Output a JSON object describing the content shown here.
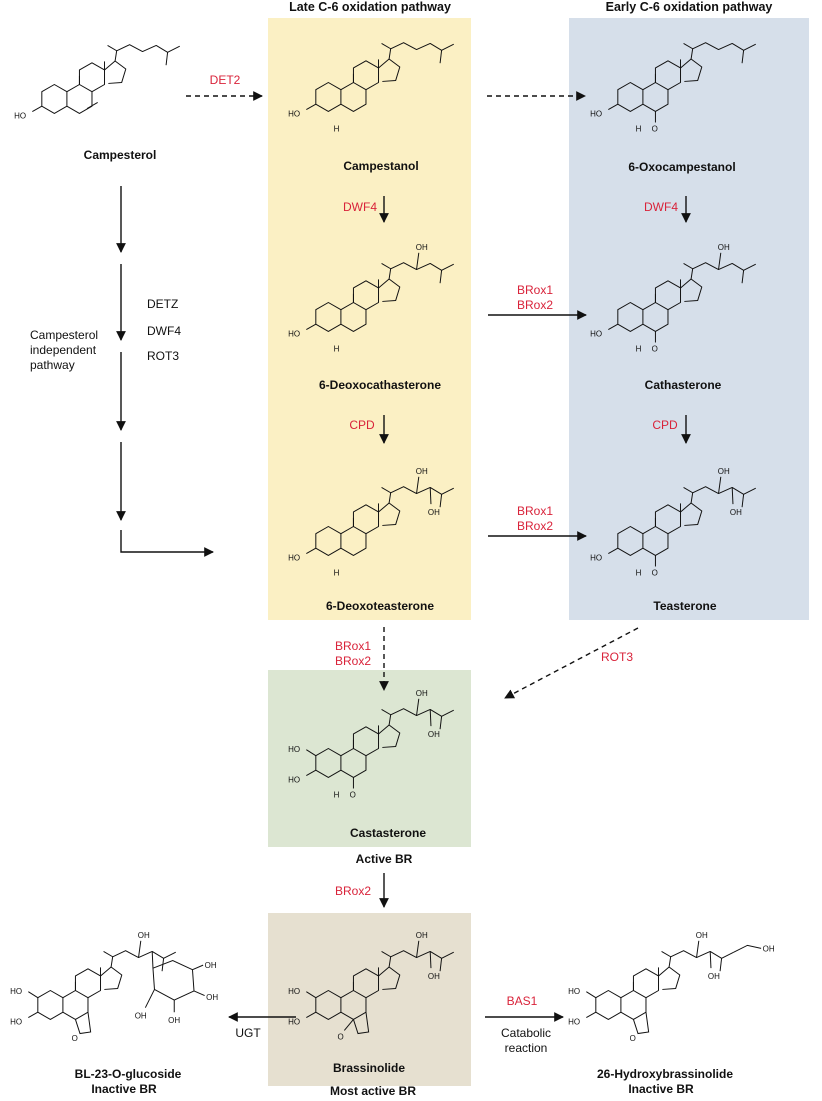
{
  "headers": {
    "late": "Late C-6 oxidation pathway",
    "early": "Early C-6 oxidation pathway"
  },
  "compounds": {
    "campesterol": "Campesterol",
    "campestanol": "Campestanol",
    "oxocampestanol": "6-Oxocampestanol",
    "deoxocathasterone": "6-Deoxocathasterone",
    "cathasterone": "Cathasterone",
    "deoxoteasterone": "6-Deoxoteasterone",
    "teasterone": "Teasterone",
    "castasterone": "Castasterone",
    "brassinolide": "Brassinolide",
    "glucoside": "BL-23-O-glucoside",
    "hydroxybrassinolide": "26-Hydroxybrassinolide"
  },
  "status": {
    "active": "Active BR",
    "most_active": "Most active BR",
    "inactive_left": "Inactive BR",
    "inactive_right": "Inactive BR"
  },
  "enzymes": {
    "det2": "DET2",
    "dwf4_late": "DWF4",
    "dwf4_early": "DWF4",
    "cpd_late": "CPD",
    "cpd_early": "CPD",
    "brox1_a": "BRox1",
    "brox2_a": "BRox2",
    "brox1_b": "BRox1",
    "brox2_b": "BRox2",
    "brox1_c": "BRox1",
    "brox2_c": "BRox2",
    "rot3_red": "ROT3",
    "brox2_d": "BRox2",
    "bas1": "BAS1",
    "ugt": "UGT"
  },
  "independent": {
    "detz": "DETZ",
    "dwf4": "DWF4",
    "rot3": "ROT3",
    "line1": "Campesterol",
    "line2": "independent",
    "line3": "pathway"
  },
  "catabolic": {
    "line1": "Catabolic",
    "line2": "reaction"
  },
  "atoms": {
    "ho": "HO",
    "oh": "OH",
    "h": "H",
    "o": "O"
  },
  "colors": {
    "late_panel": "#fbf0c4",
    "early_panel": "#d6dfea",
    "castasterone_panel": "#dce6d2",
    "brassinolide_panel": "#e6e0d0",
    "enzyme_red": "#d9233a"
  }
}
